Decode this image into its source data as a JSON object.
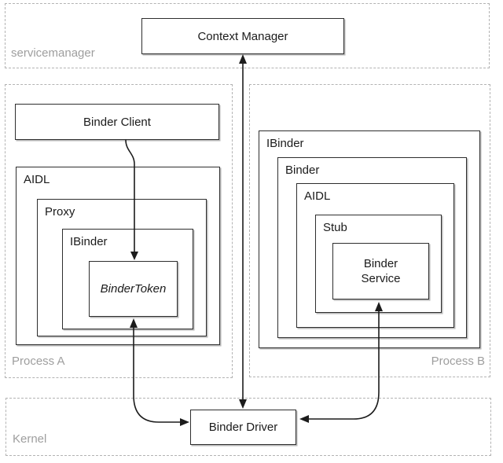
{
  "diagram": {
    "title_context": "Android Binder IPC architecture diagram",
    "zones": {
      "servicemanager": {
        "label": "servicemanager"
      },
      "process_a": {
        "label": "Process A"
      },
      "process_b": {
        "label": "Process B"
      },
      "kernel": {
        "label": "Kernel"
      }
    },
    "nodes": {
      "context_manager": {
        "label": "Context Manager"
      },
      "binder_client": {
        "label": "Binder Client"
      },
      "aidl_a": {
        "label": "AIDL"
      },
      "proxy": {
        "label": "Proxy"
      },
      "ibinder_a": {
        "label": "IBinder"
      },
      "binder_token": {
        "label": "BinderToken",
        "style": "italic"
      },
      "ibinder_b": {
        "label": "IBinder"
      },
      "binder_b": {
        "label": "Binder"
      },
      "aidl_b": {
        "label": "AIDL"
      },
      "stub": {
        "label": "Stub"
      },
      "binder_service": {
        "label": "Binder\nService"
      },
      "binder_driver": {
        "label": "Binder Driver"
      }
    },
    "edges": [
      {
        "from": "binder_driver",
        "to": "context_manager",
        "direction": "bidirectional"
      },
      {
        "from": "binder_client",
        "to": "binder_token",
        "direction": "one-way-down"
      },
      {
        "from": "binder_driver",
        "to": "binder_token",
        "direction": "bidirectional"
      },
      {
        "from": "binder_driver",
        "to": "binder_service",
        "direction": "bidirectional"
      }
    ],
    "colors": {
      "background": "#ffffff",
      "box_border": "#2e2e2e",
      "zone_border": "#b3b3b3",
      "zone_label_text": "#9e9e9e",
      "node_label_text": "#1b1b1b",
      "arrow": "#1c1c1c"
    }
  }
}
